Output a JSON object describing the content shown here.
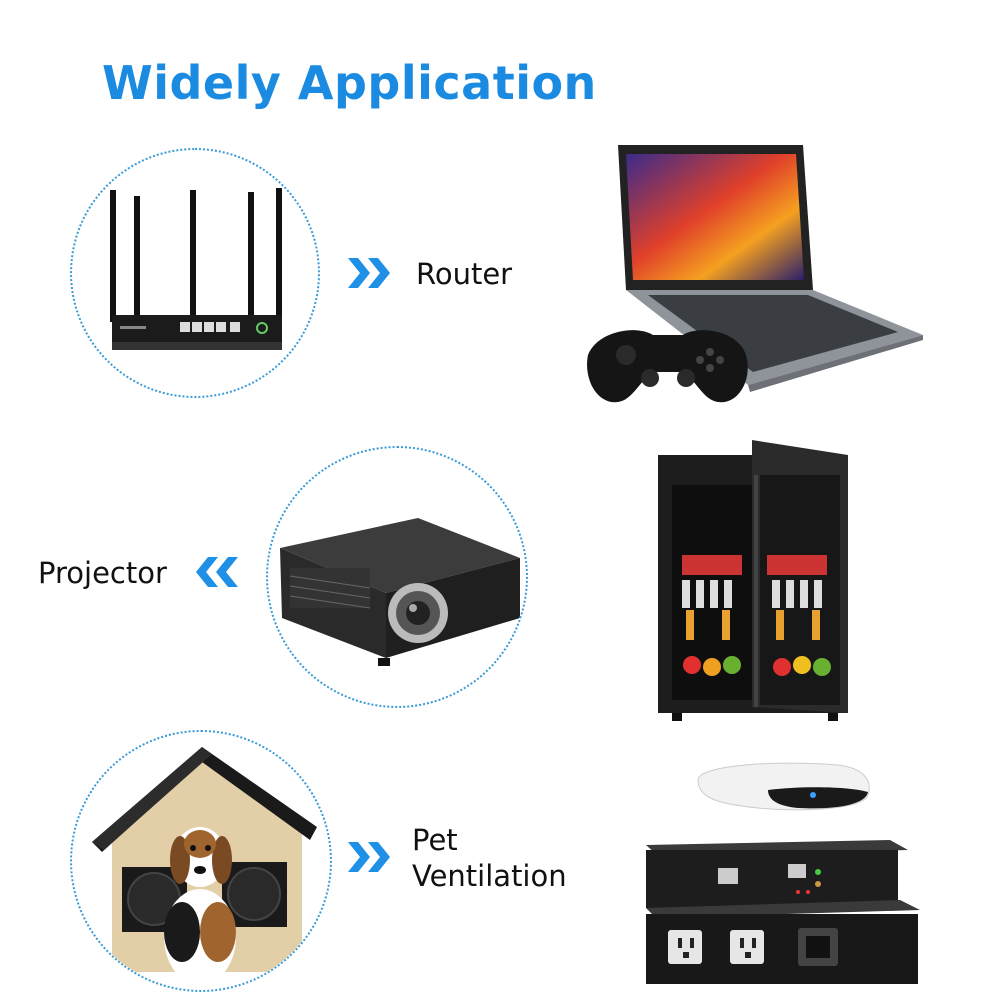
{
  "title": "Widely Application",
  "items": [
    {
      "label": "Router"
    },
    {
      "label": "Projector"
    },
    {
      "label_line1": "Pet",
      "label_line2": "Ventilation"
    }
  ],
  "colors": {
    "accent": "#1a8be0",
    "arrow": "#1e90e6",
    "dotted": "#3a9bd9"
  }
}
